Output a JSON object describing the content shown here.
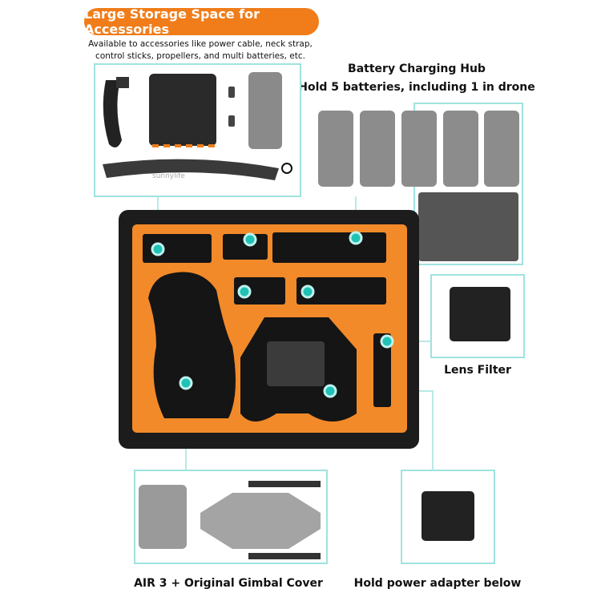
{
  "colors": {
    "accent": "#f07d1a",
    "teal": "#1fc2b4",
    "line": "#9fe3df",
    "foam": "#f28a2a",
    "case": "#1c1c1c"
  },
  "header": {
    "title": "Large Storage Space for Accessories",
    "subtitle_line1": "Available to accessories like power cable, neck strap,",
    "subtitle_line2": "control sticks, propellers, and multi batteries, etc."
  },
  "battery": {
    "title_line1": "Battery Charging Hub",
    "title_line2": "Hold 5 batteries, including 1 in drone"
  },
  "strap_brand": "sunnylife",
  "labels": {
    "lens": "Lens Filter",
    "drone": "AIR 3 + Original Gimbal Cover",
    "adapter": "Hold power adapter below"
  }
}
